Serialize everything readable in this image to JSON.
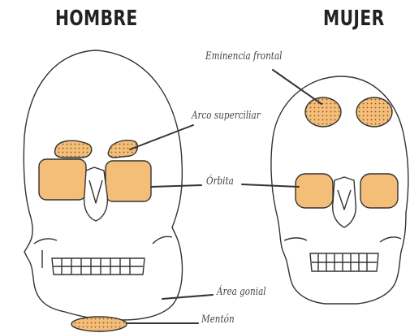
{
  "titles": {
    "male": "HOMBRE",
    "female": "MUJER"
  },
  "labels": {
    "frontal": "Eminencia frontal",
    "brow": "Arco superciliar",
    "orbit": "Órbita",
    "gonial": "Área gonial",
    "chin": "Mentón"
  },
  "colors": {
    "highlight": "#F4BE79",
    "outline": "#333333",
    "dots": "#8a5a2a"
  }
}
